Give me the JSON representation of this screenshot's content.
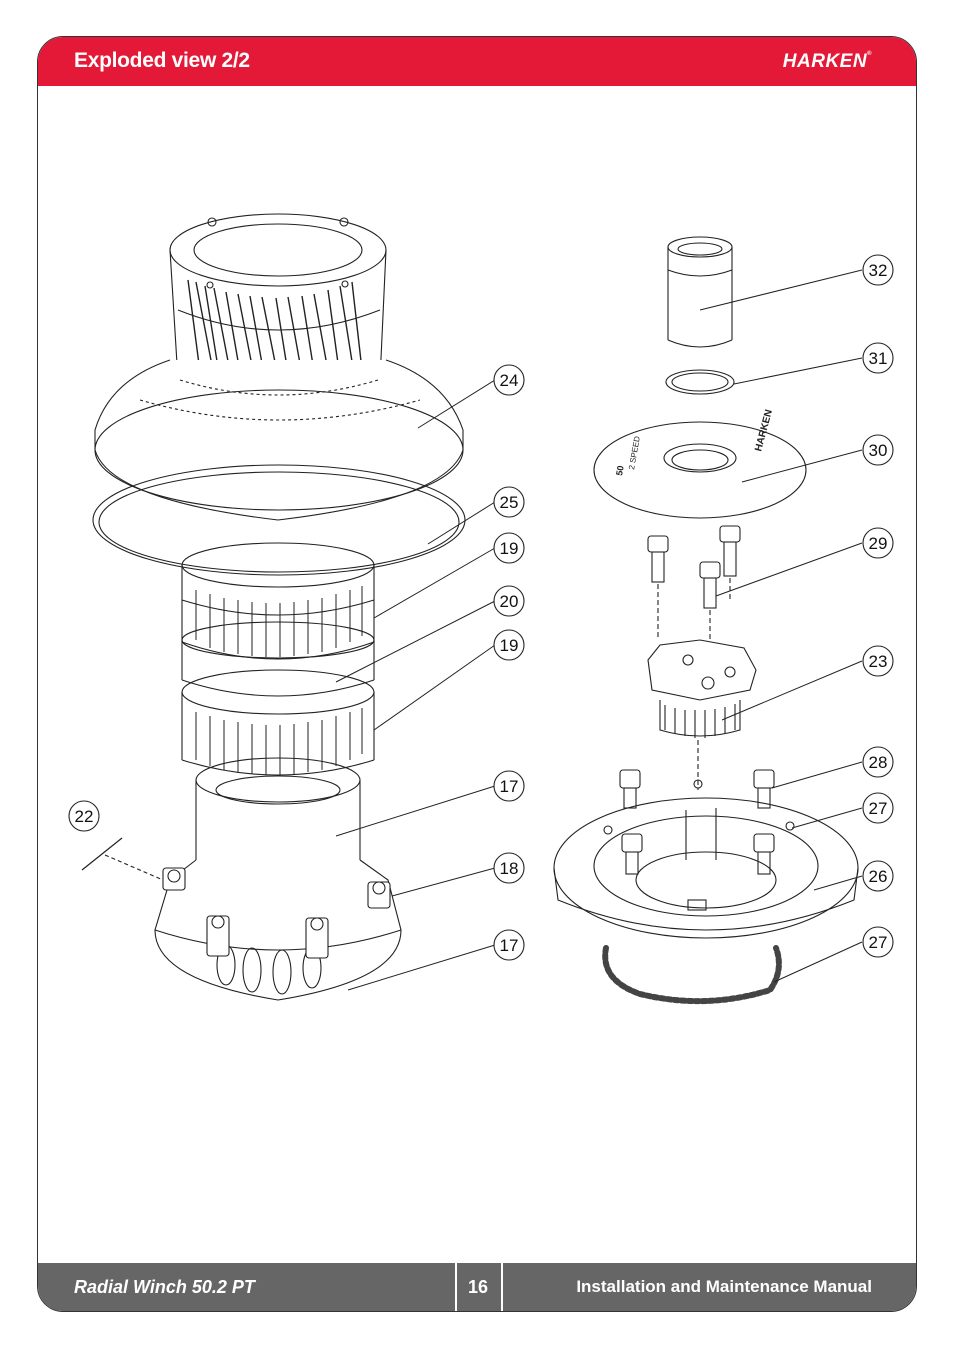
{
  "header": {
    "title": "Exploded view 2/2",
    "brand": "HARKEN",
    "brand_mark": "®"
  },
  "footer": {
    "product": "Radial Winch 50.2 PT",
    "page": "16",
    "manual": "Installation and Maintenance Manual"
  },
  "callouts": [
    "32",
    "31",
    "30",
    "29",
    "23",
    "28",
    "27",
    "26",
    "27",
    "24",
    "25",
    "19",
    "20",
    "19",
    "17",
    "18",
    "17",
    "22"
  ],
  "part_markings": {
    "top_plate_logo": "HARKEN",
    "top_plate_speed": "2 SPEED",
    "top_plate_size": "50"
  }
}
